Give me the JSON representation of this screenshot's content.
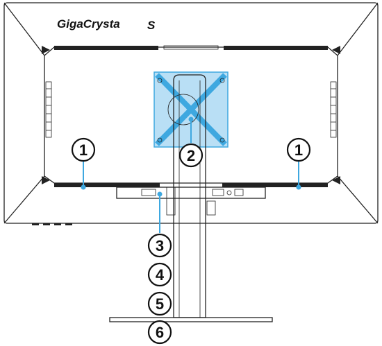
{
  "brand": {
    "logo_text": "GigaCrysta",
    "logo_mark": "S"
  },
  "callouts": [
    {
      "id": "vesa-left",
      "label": "1"
    },
    {
      "id": "vesa-right",
      "label": "1"
    },
    {
      "id": "stand-mount",
      "label": "2"
    },
    {
      "id": "port-1",
      "label": "3"
    },
    {
      "id": "port-2",
      "label": "4"
    },
    {
      "id": "port-3",
      "label": "5"
    },
    {
      "id": "port-4",
      "label": "6"
    }
  ],
  "colors": {
    "highlight": "#3ea8e0",
    "highlight_fill": "#b9dff5",
    "outline": "#222222"
  }
}
